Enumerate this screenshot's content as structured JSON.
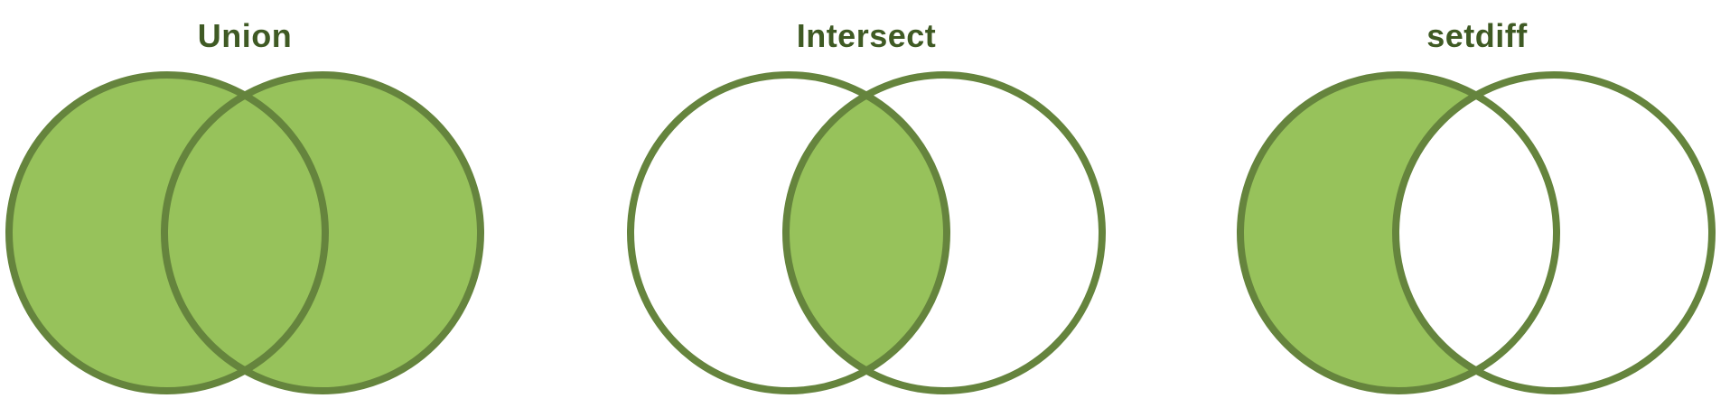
{
  "colors": {
    "fill": "#97c25b",
    "stroke": "#65843d",
    "title": "#3f5a24",
    "background": "#ffffff"
  },
  "diagrams": [
    {
      "title": "Union",
      "operation": "union"
    },
    {
      "title": "Intersect",
      "operation": "intersect"
    },
    {
      "title": "setdiff",
      "operation": "setdiff"
    }
  ]
}
